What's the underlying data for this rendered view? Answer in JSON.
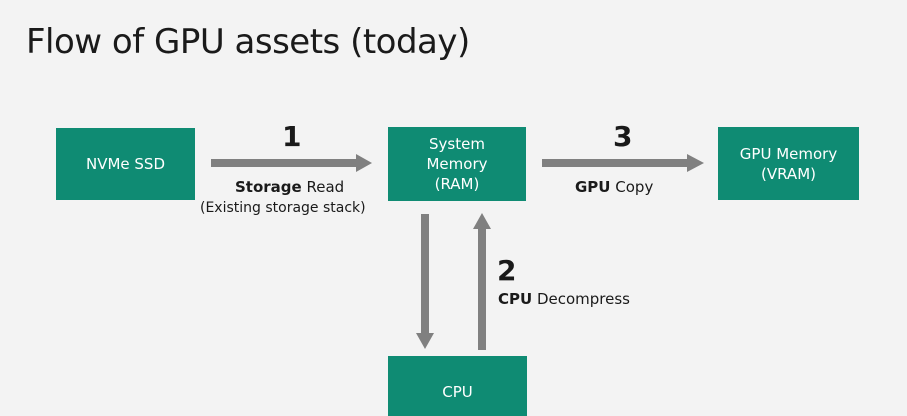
{
  "title": "Flow of GPU assets (today)",
  "boxes": {
    "nvme": "NVMe SSD",
    "ram": "System\nMemory\n(RAM)",
    "vram": "GPU Memory\n(VRAM)",
    "cpu": "CPU"
  },
  "steps": {
    "one": {
      "number": "1",
      "label_bold": "Storage",
      "label_rest": " Read",
      "sublabel": "(Existing storage stack)"
    },
    "two": {
      "number": "2",
      "label_bold": "CPU",
      "label_rest": " Decompress"
    },
    "three": {
      "number": "3",
      "label_bold": "GPU",
      "label_rest": " Copy"
    }
  },
  "colors": {
    "box": "#0f8b73",
    "arrow": "#808080",
    "background": "#f3f3f3"
  }
}
